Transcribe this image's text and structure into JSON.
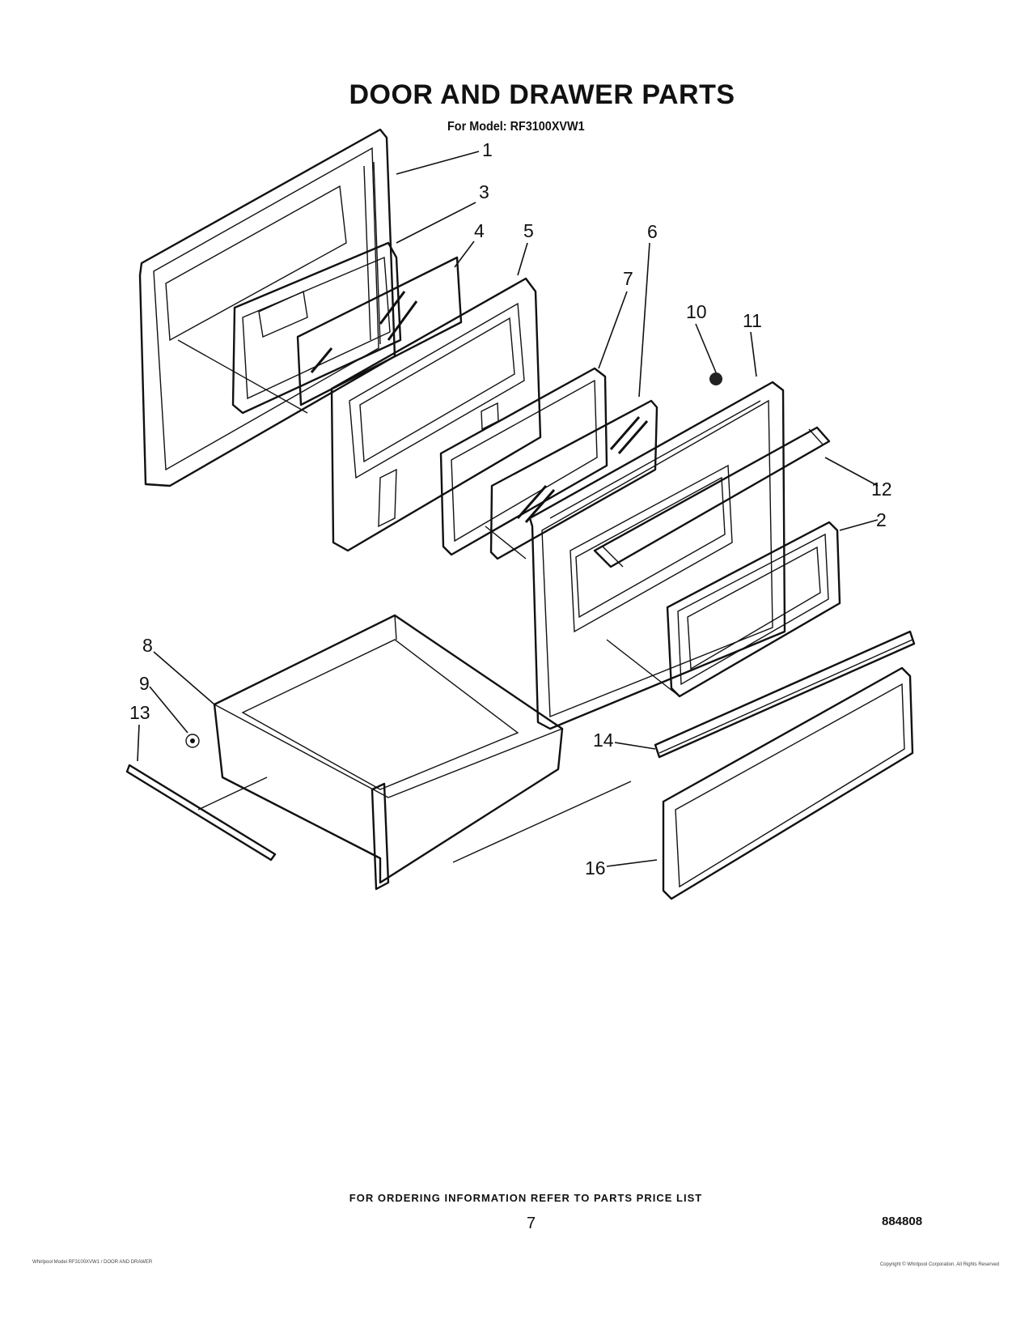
{
  "header": {
    "title": "DOOR AND DRAWER PARTS",
    "model_line": "For Model: RF3100XVW1"
  },
  "callouts": [
    {
      "id": "1",
      "label": "1"
    },
    {
      "id": "2",
      "label": "2"
    },
    {
      "id": "3",
      "label": "3"
    },
    {
      "id": "4",
      "label": "4"
    },
    {
      "id": "5",
      "label": "5"
    },
    {
      "id": "6",
      "label": "6"
    },
    {
      "id": "7",
      "label": "7"
    },
    {
      "id": "8",
      "label": "8"
    },
    {
      "id": "9",
      "label": "9"
    },
    {
      "id": "10",
      "label": "10"
    },
    {
      "id": "11",
      "label": "11"
    },
    {
      "id": "12",
      "label": "12"
    },
    {
      "id": "13",
      "label": "13"
    },
    {
      "id": "14",
      "label": "14"
    },
    {
      "id": "16",
      "label": "16"
    }
  ],
  "footer": {
    "ordering_note": "FOR ORDERING INFORMATION REFER TO PARTS PRICE LIST",
    "page_number": "7",
    "document_number": "884808",
    "small_left": "Whirlpool Model RF3100XVW1 / DOOR AND DRAWER",
    "small_right": "Copyright © Whirlpool Corporation. All Rights Reserved"
  }
}
